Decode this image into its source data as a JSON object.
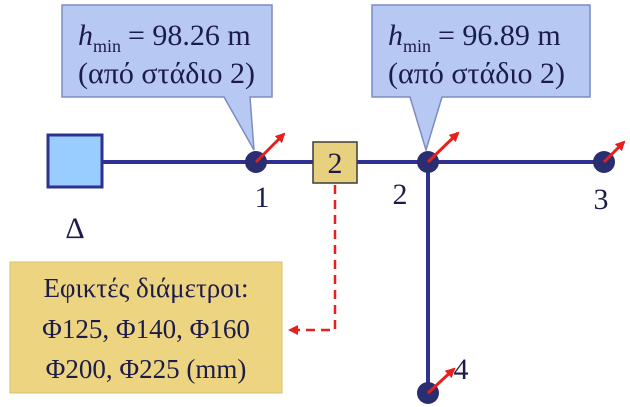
{
  "reservoir": {
    "label": "Δ"
  },
  "nodes": [
    {
      "label": "1"
    },
    {
      "label": "2"
    },
    {
      "label": "3"
    },
    {
      "label": "4"
    }
  ],
  "pipe_box": {
    "label": "2"
  },
  "callouts": [
    {
      "symbol": "h",
      "subscript": "min",
      "value": "= 98.26 m",
      "note": "(από στάδιο 2)"
    },
    {
      "symbol": "h",
      "subscript": "min",
      "value": "= 96.89 m",
      "note": "(από στάδιο 2)"
    }
  ],
  "options_box": {
    "lines": [
      "Εφικτές διάμετροι:",
      "Φ125, Φ140, Φ160",
      "Φ200, Φ225 (mm)"
    ]
  },
  "colors": {
    "pipe": "#2e3192",
    "node": "#2a2e70",
    "reservoir_fill": "#99ccff",
    "callout_fill": "#b7c9f2",
    "callout_stroke": "#7b8cc4",
    "box_fill": "#e8d17e",
    "arrow": "#e8201c"
  }
}
